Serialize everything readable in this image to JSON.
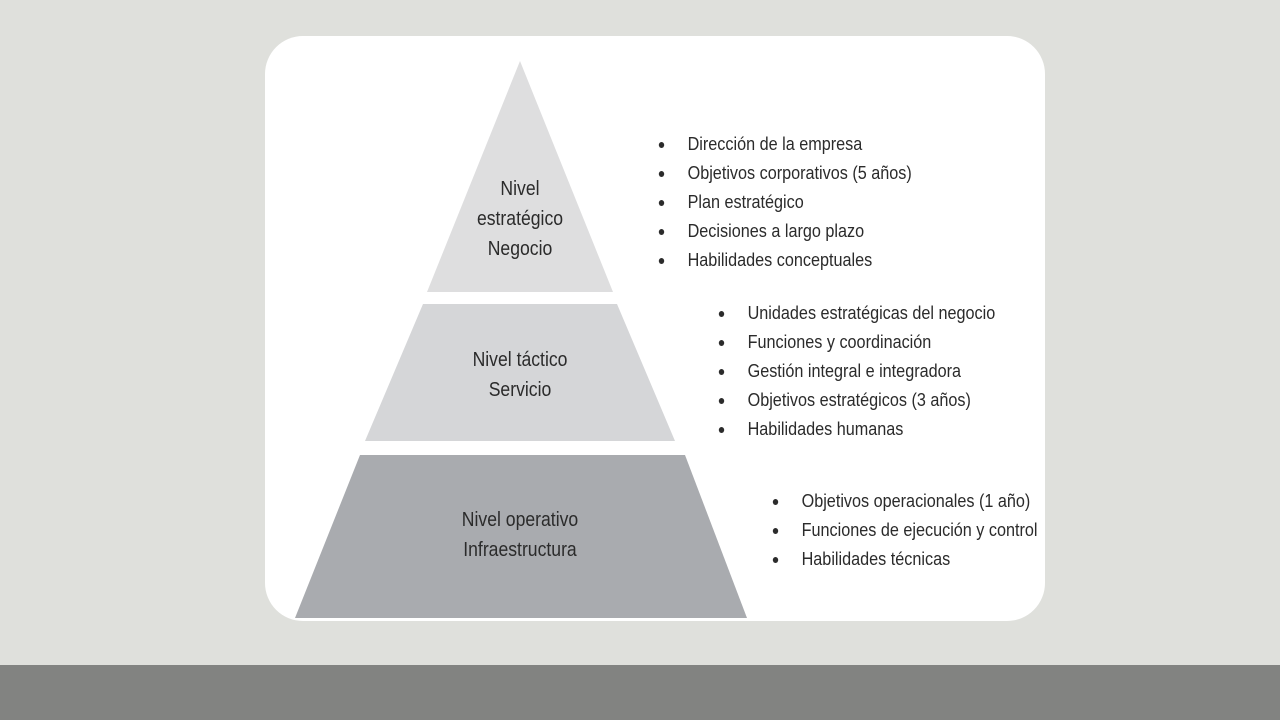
{
  "diagram": {
    "levels": [
      {
        "id": "estrategico",
        "label_lines": [
          "Nivel",
          "estratégico",
          "Negocio"
        ],
        "color": "#dededf"
      },
      {
        "id": "tactico",
        "label_lines": [
          "Nivel táctico",
          "Servicio"
        ],
        "color": "#d5d6d8"
      },
      {
        "id": "operativo",
        "label_lines": [
          "Nivel operativo",
          "Infraestructura"
        ],
        "color": "#a9abaf"
      }
    ],
    "bullet_groups": [
      {
        "level": "estrategico",
        "items": [
          "Dirección de la empresa",
          "Objetivos corporativos (5 años)",
          "Plan estratégico",
          "Decisiones a largo plazo",
          "Habilidades conceptuales"
        ]
      },
      {
        "level": "tactico",
        "items": [
          "Unidades estratégicas del negocio",
          "Funciones y coordinación",
          "Gestión integral e integradora",
          "Objetivos estratégicos (3 años)",
          "Habilidades humanas"
        ]
      },
      {
        "level": "operativo",
        "items": [
          "Objetivos operacionales (1 año)",
          "Funciones de ejecución y control",
          "Habilidades técnicas"
        ]
      }
    ]
  },
  "theme": {
    "background": "#dfe0dc",
    "card": "#ffffff",
    "text": "#2b2b2b",
    "footer_band": "#6e6e6c"
  }
}
